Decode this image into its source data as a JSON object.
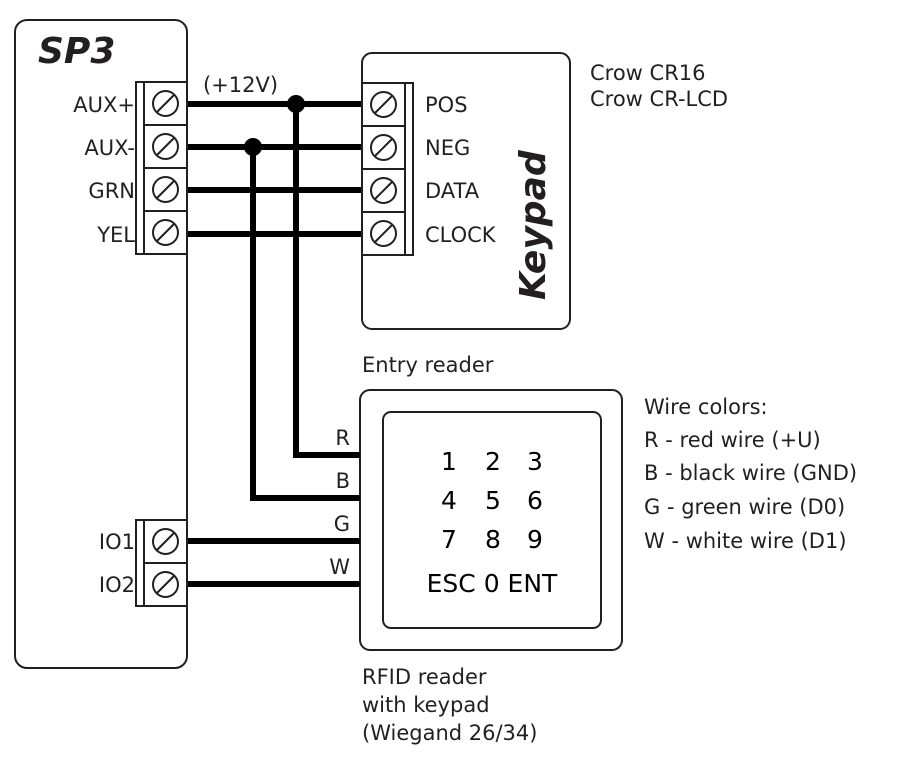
{
  "controller": {
    "title": "SP3",
    "terminals_top": [
      "AUX+",
      "AUX-",
      "GRN",
      "YEL"
    ],
    "terminals_bottom": [
      "IO1",
      "IO2"
    ],
    "voltage_label": "(+12V)"
  },
  "keypad": {
    "title": "Keypad",
    "terminals": [
      "POS",
      "NEG",
      "DATA",
      "CLOCK"
    ],
    "models": [
      "Crow CR16",
      "Crow CR-LCD"
    ]
  },
  "reader": {
    "heading": "Entry reader",
    "wire_labels": [
      "R",
      "B",
      "G",
      "W"
    ],
    "keys": [
      [
        "1",
        "2",
        "3"
      ],
      [
        "4",
        "5",
        "6"
      ],
      [
        "7",
        "8",
        "9"
      ],
      [
        "ESC 0 ENT"
      ]
    ],
    "caption": [
      "RFID reader",
      "with keypad",
      "(Wiegand 26/34)"
    ]
  },
  "legend": {
    "title": "Wire colors:",
    "items": [
      "R - red wire (+U)",
      "B - black wire (GND)",
      "G - green wire (D0)",
      "W - white wire (D1)"
    ]
  }
}
